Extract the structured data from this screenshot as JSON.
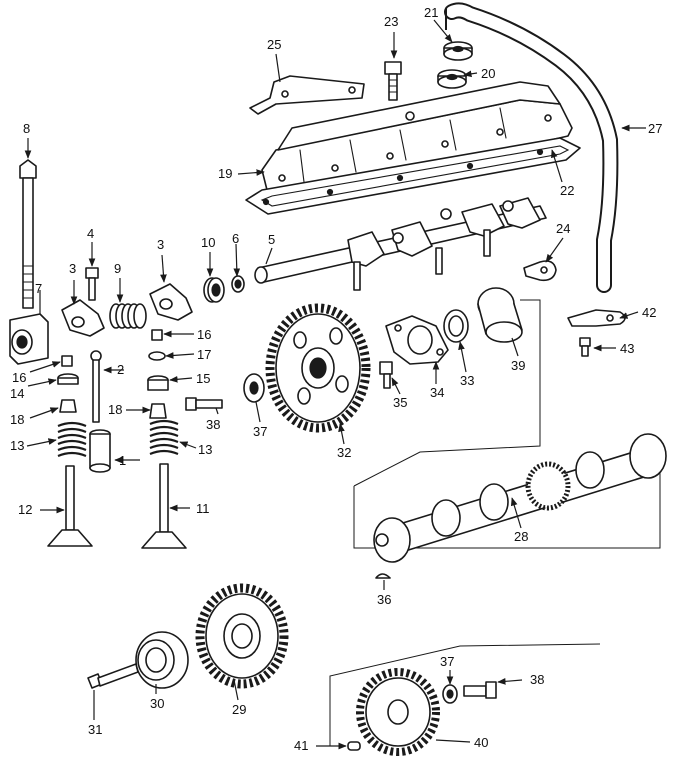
{
  "diagram": {
    "callouts": [
      {
        "id": "c1",
        "text": "1"
      },
      {
        "id": "c2",
        "text": "2"
      },
      {
        "id": "c3a",
        "text": "3"
      },
      {
        "id": "c3b",
        "text": "3"
      },
      {
        "id": "c4",
        "text": "4"
      },
      {
        "id": "c5",
        "text": "5"
      },
      {
        "id": "c6",
        "text": "6"
      },
      {
        "id": "c7",
        "text": "7"
      },
      {
        "id": "c8",
        "text": "8"
      },
      {
        "id": "c9",
        "text": "9"
      },
      {
        "id": "c10",
        "text": "10"
      },
      {
        "id": "c11",
        "text": "11"
      },
      {
        "id": "c12",
        "text": "12"
      },
      {
        "id": "c13a",
        "text": "13"
      },
      {
        "id": "c13b",
        "text": "13"
      },
      {
        "id": "c14",
        "text": "14"
      },
      {
        "id": "c15",
        "text": "15"
      },
      {
        "id": "c16a",
        "text": "16"
      },
      {
        "id": "c16b",
        "text": "16"
      },
      {
        "id": "c17",
        "text": "17"
      },
      {
        "id": "c18a",
        "text": "18"
      },
      {
        "id": "c18b",
        "text": "18"
      },
      {
        "id": "c19",
        "text": "19"
      },
      {
        "id": "c20",
        "text": "20"
      },
      {
        "id": "c21",
        "text": "21"
      },
      {
        "id": "c22",
        "text": "22"
      },
      {
        "id": "c23",
        "text": "23"
      },
      {
        "id": "c24",
        "text": "24"
      },
      {
        "id": "c25",
        "text": "25"
      },
      {
        "id": "c27",
        "text": "27"
      },
      {
        "id": "c28",
        "text": "28"
      },
      {
        "id": "c29",
        "text": "29"
      },
      {
        "id": "c30",
        "text": "30"
      },
      {
        "id": "c31",
        "text": "31"
      },
      {
        "id": "c32",
        "text": "32"
      },
      {
        "id": "c33",
        "text": "33"
      },
      {
        "id": "c34",
        "text": "34"
      },
      {
        "id": "c35",
        "text": "35"
      },
      {
        "id": "c36",
        "text": "36"
      },
      {
        "id": "c37a",
        "text": "37"
      },
      {
        "id": "c37b",
        "text": "37"
      },
      {
        "id": "c38a",
        "text": "38"
      },
      {
        "id": "c38b",
        "text": "38"
      },
      {
        "id": "c39",
        "text": "39"
      },
      {
        "id": "c40",
        "text": "40"
      },
      {
        "id": "c41",
        "text": "41"
      },
      {
        "id": "c42",
        "text": "42"
      },
      {
        "id": "c43",
        "text": "43"
      }
    ]
  }
}
